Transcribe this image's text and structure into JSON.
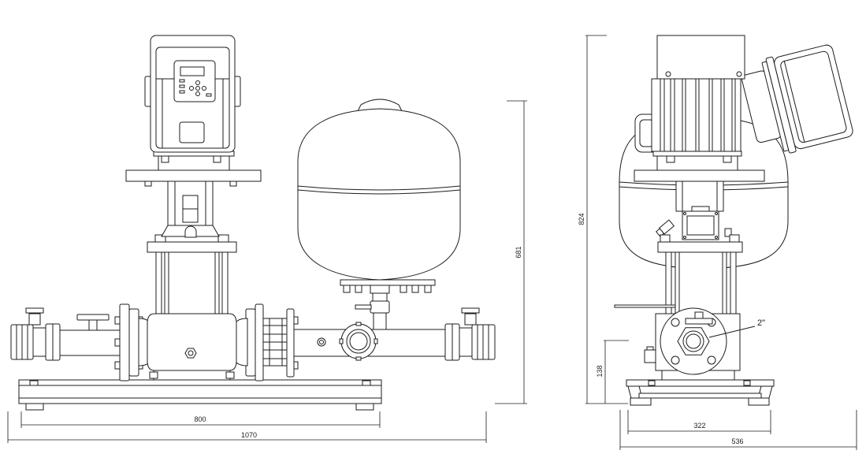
{
  "front_view": {
    "dimensions": {
      "base_length": "800",
      "overall_length": "1070",
      "overall_height": "681"
    }
  },
  "side_view": {
    "dimensions": {
      "overall_height": "824",
      "connection_height": "138",
      "base_width": "322",
      "overall_width": "536"
    },
    "callouts": {
      "connection_size": "2\""
    }
  },
  "colors": {
    "line": "#1c1c1c",
    "background": "#ffffff"
  }
}
